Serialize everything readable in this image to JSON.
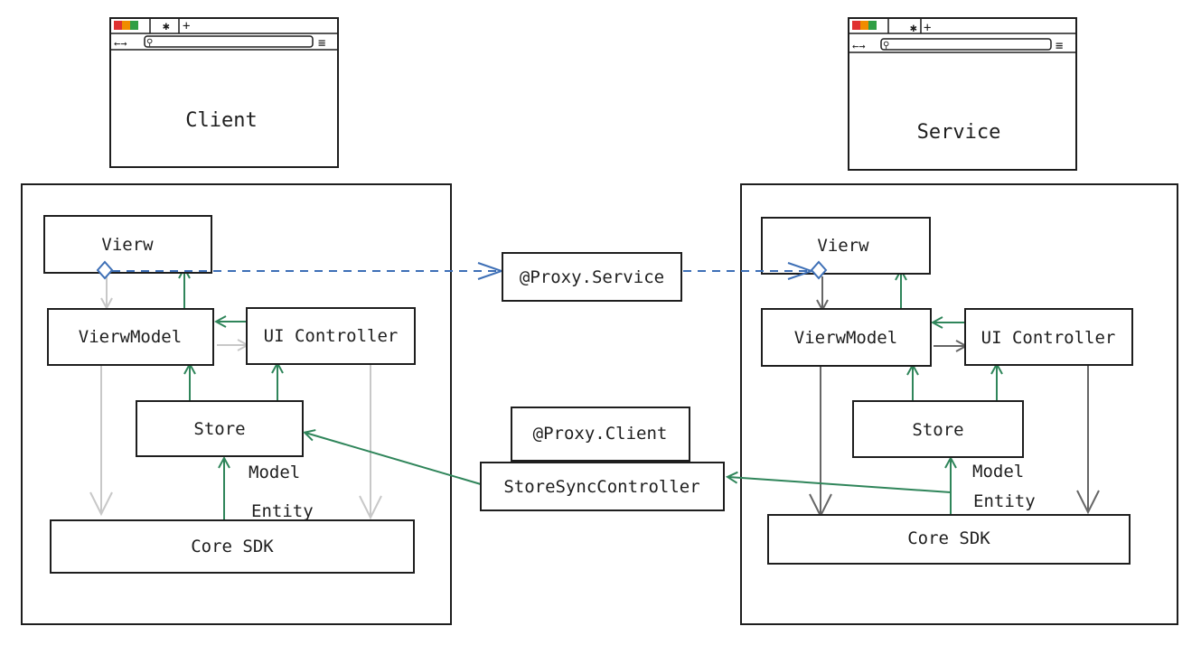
{
  "colors": {
    "ink": "#1e1e1e",
    "green_arrow": "#2f855a",
    "gray_arrow_light": "#c8c8c8",
    "gray_arrow_dark": "#666666",
    "blue_dashed": "#3d6fb6",
    "tab_red": "#e03131",
    "tab_orange": "#f08c00",
    "tab_green": "#2f9e44"
  },
  "browsers": {
    "client": {
      "label": "Client"
    },
    "service": {
      "label": "Service"
    }
  },
  "client": {
    "view": "Vierw",
    "viewmodel": "VierwModel",
    "ui_controller": "UI Controller",
    "store": "Store",
    "model": "Model",
    "entity": "Entity",
    "core_sdk": "Core SDK"
  },
  "service": {
    "view": "Vierw",
    "viewmodel": "VierwModel",
    "ui_controller": "UI Controller",
    "store": "Store",
    "model": "Model",
    "entity": "Entity",
    "core_sdk": "Core SDK"
  },
  "middle": {
    "proxy_service": "@Proxy.Service",
    "proxy_client": "@Proxy.Client",
    "store_sync": "StoreSyncController"
  }
}
